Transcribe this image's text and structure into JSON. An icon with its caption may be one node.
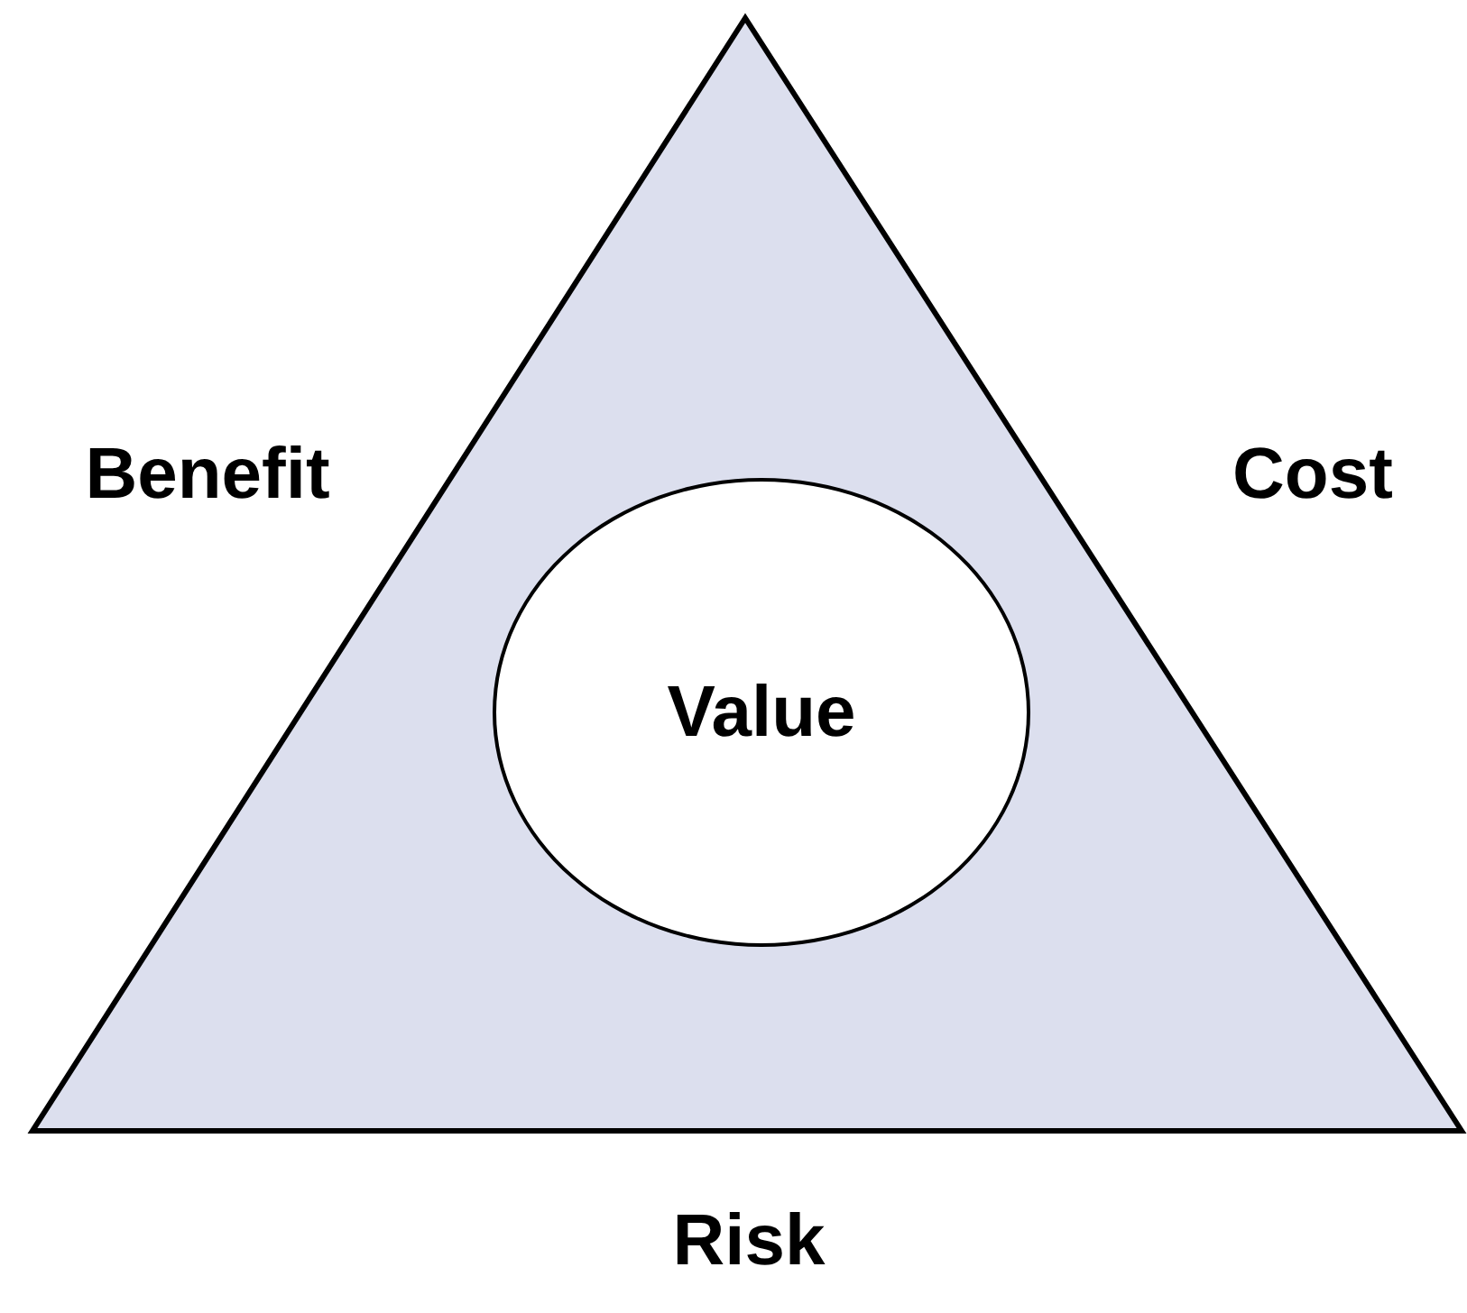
{
  "diagram": {
    "nodes": [
      {
        "text": [],
        "shape": "triangle",
        "beside": [
          "Benefit",
          "Cost",
          "Risk"
        ]
      },
      {
        "text": [
          "Value"
        ],
        "in": 0
      }
    ]
  }
}
